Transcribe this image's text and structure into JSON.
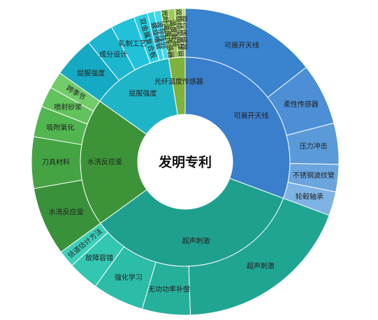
{
  "chart_data": {
    "type": "sunburst",
    "title": "发明专利",
    "colors": {
      "blue": "#3a7fcc",
      "teal": "#1fa08e",
      "green": "#3d9438",
      "cyan": "#22b8cf",
      "lime": "#8ab43c"
    },
    "inner": [
      {
        "name": "可展开天线",
        "value": 85,
        "color": "#3a7fcc"
      },
      {
        "name": "超声刺激",
        "value": 95,
        "color": "#1fa08e"
      },
      {
        "name": "水洗反应釜",
        "value": 55,
        "color": "#3d9438"
      },
      {
        "name": "屈服强度",
        "value": 35,
        "color": "#1fb5c8"
      },
      {
        "name": "光纤温度传感器",
        "value": 7,
        "color": "#7fb23f"
      }
    ],
    "outer": [
      {
        "name": "可展开天线",
        "parent": "可展开天线",
        "value": 40,
        "color": "#3a83cf"
      },
      {
        "name": "柔性传感器",
        "parent": "可展开天线",
        "value": 18,
        "color": "#4c8fd6"
      },
      {
        "name": "压力冲击",
        "parent": "可展开天线",
        "value": 12,
        "color": "#5a9ad9"
      },
      {
        "name": "不锈钢波纹管",
        "parent": "可展开天线",
        "value": 8,
        "color": "#6aa5de"
      },
      {
        "name": "轮毂轴承",
        "parent": "可展开天线",
        "value": 7,
        "color": "#7fb3e3"
      },
      {
        "name": "超声刺激",
        "parent": "超声刺激",
        "value": 52,
        "color": "#20a593"
      },
      {
        "name": "无功功率补偿",
        "parent": "超声刺激",
        "value": 14,
        "color": "#26b09c"
      },
      {
        "name": "强化学习",
        "parent": "超声刺激",
        "value": 15,
        "color": "#2cbca7"
      },
      {
        "name": "故障容错",
        "parent": "超声刺激",
        "value": 9,
        "color": "#33c7b1"
      },
      {
        "name": "信道估计方法",
        "parent": "超声刺激",
        "value": 5,
        "color": "#3cd0ba"
      },
      {
        "name": "水洗反应釜",
        "parent": "水洗反应釜",
        "value": 20,
        "color": "#39913a"
      },
      {
        "name": "刀具材料",
        "parent": "水洗反应釜",
        "value": 15,
        "color": "#44a443"
      },
      {
        "name": "吸附氧化",
        "parent": "水洗反应釜",
        "value": 9,
        "color": "#52b650"
      },
      {
        "name": "喷射砂浆",
        "parent": "水洗反应釜",
        "value": 6,
        "color": "#62c35d"
      },
      {
        "name": "跨季节",
        "parent": "水洗反应釜",
        "value": 5,
        "color": "#72cc6a"
      },
      {
        "name": "屈服强度",
        "parent": "屈服强度",
        "value": 12,
        "color": "#16a9c3"
      },
      {
        "name": "成分设计",
        "parent": "屈服强度",
        "value": 8,
        "color": "#1cb6cf"
      },
      {
        "name": "轧制工艺",
        "parent": "屈服强度",
        "value": 7,
        "color": "#23c1d9"
      },
      {
        "name": "双金属复合板",
        "parent": "屈服强度",
        "value": 4,
        "color": "#2ccbe0"
      },
      {
        "name": "螺旋槽管",
        "parent": "屈服强度",
        "value": 2,
        "color": "#38d2e6"
      },
      {
        "name": "波导阵列",
        "parent": "屈服强度",
        "value": 2,
        "color": "#45d8ea"
      },
      {
        "name": "光纤温度传感器",
        "parent": "光纤温度传感器",
        "value": 2,
        "color": "#8cc04a"
      },
      {
        "name": "温度载荷",
        "parent": "光纤温度传感器",
        "value": 2,
        "color": "#9bc95a"
      },
      {
        "name": "双极结型晶体管",
        "parent": "光纤温度传感器",
        "value": 2,
        "color": "#a9d16b"
      },
      {
        "name": "原位传感器",
        "parent": "光纤温度传感器",
        "value": 1,
        "color": "#b8da7e"
      }
    ]
  }
}
